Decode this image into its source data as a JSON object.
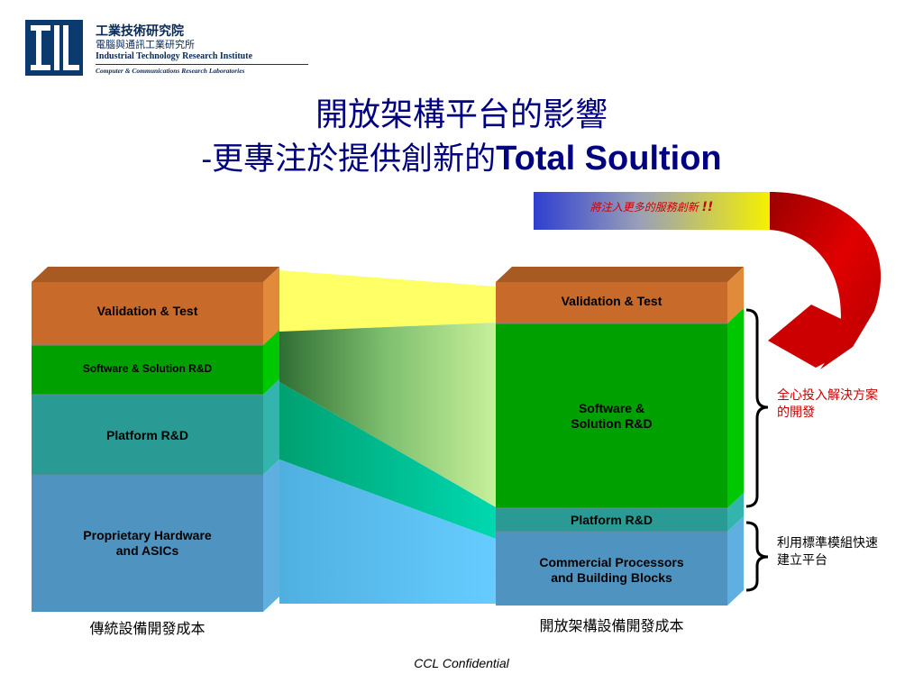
{
  "logo": {
    "line1": "工業技術研究院",
    "line2": "電腦與通訊工業研究所",
    "line3": "Industrial Technology Research Institute",
    "line4": "Computer & Communications Research Laboratories",
    "color": "#0b3a6e"
  },
  "title": {
    "line1": "開放架構平台的影響",
    "line2_prefix": "-更專注於提供創新的",
    "line2_suffix": "Total Soultion"
  },
  "banner": {
    "text": "將注入更多的服務創新",
    "emphasis": "!!"
  },
  "left_stack": {
    "caption": "傳統設備開發成本",
    "layers": [
      {
        "label": "Validation & Test"
      },
      {
        "label": "Software & Solution R&D"
      },
      {
        "label": "Platform R&D"
      },
      {
        "label": "Proprietary Hardware and ASICs",
        "label_line1": "Proprietary Hardware",
        "label_line2": "and ASICs"
      }
    ]
  },
  "right_stack": {
    "caption": "開放架構設備開發成本",
    "layers": [
      {
        "label": "Validation & Test"
      },
      {
        "label": "Software & Solution R&D",
        "label_line1": "Software &",
        "label_line2": "Solution R&D"
      },
      {
        "label": "Platform R&D"
      },
      {
        "label": "Commercial Processors and Building Blocks",
        "label_line1": "Commercial Processors",
        "label_line2": "and Building Blocks"
      }
    ]
  },
  "annotations": {
    "upper_line1": "全心投入解決方案",
    "upper_line2": "的開發",
    "lower_line1": "利用標準模組快速",
    "lower_line2": "建立平台"
  },
  "footer": "CCL Confidential",
  "colors": {
    "orange": "#c86a2a",
    "green": "#00a000",
    "teal": "#2a9a94",
    "blue": "#4f94c0",
    "arrow_red": "#cc0000",
    "annotation_red": "#cc0000"
  }
}
